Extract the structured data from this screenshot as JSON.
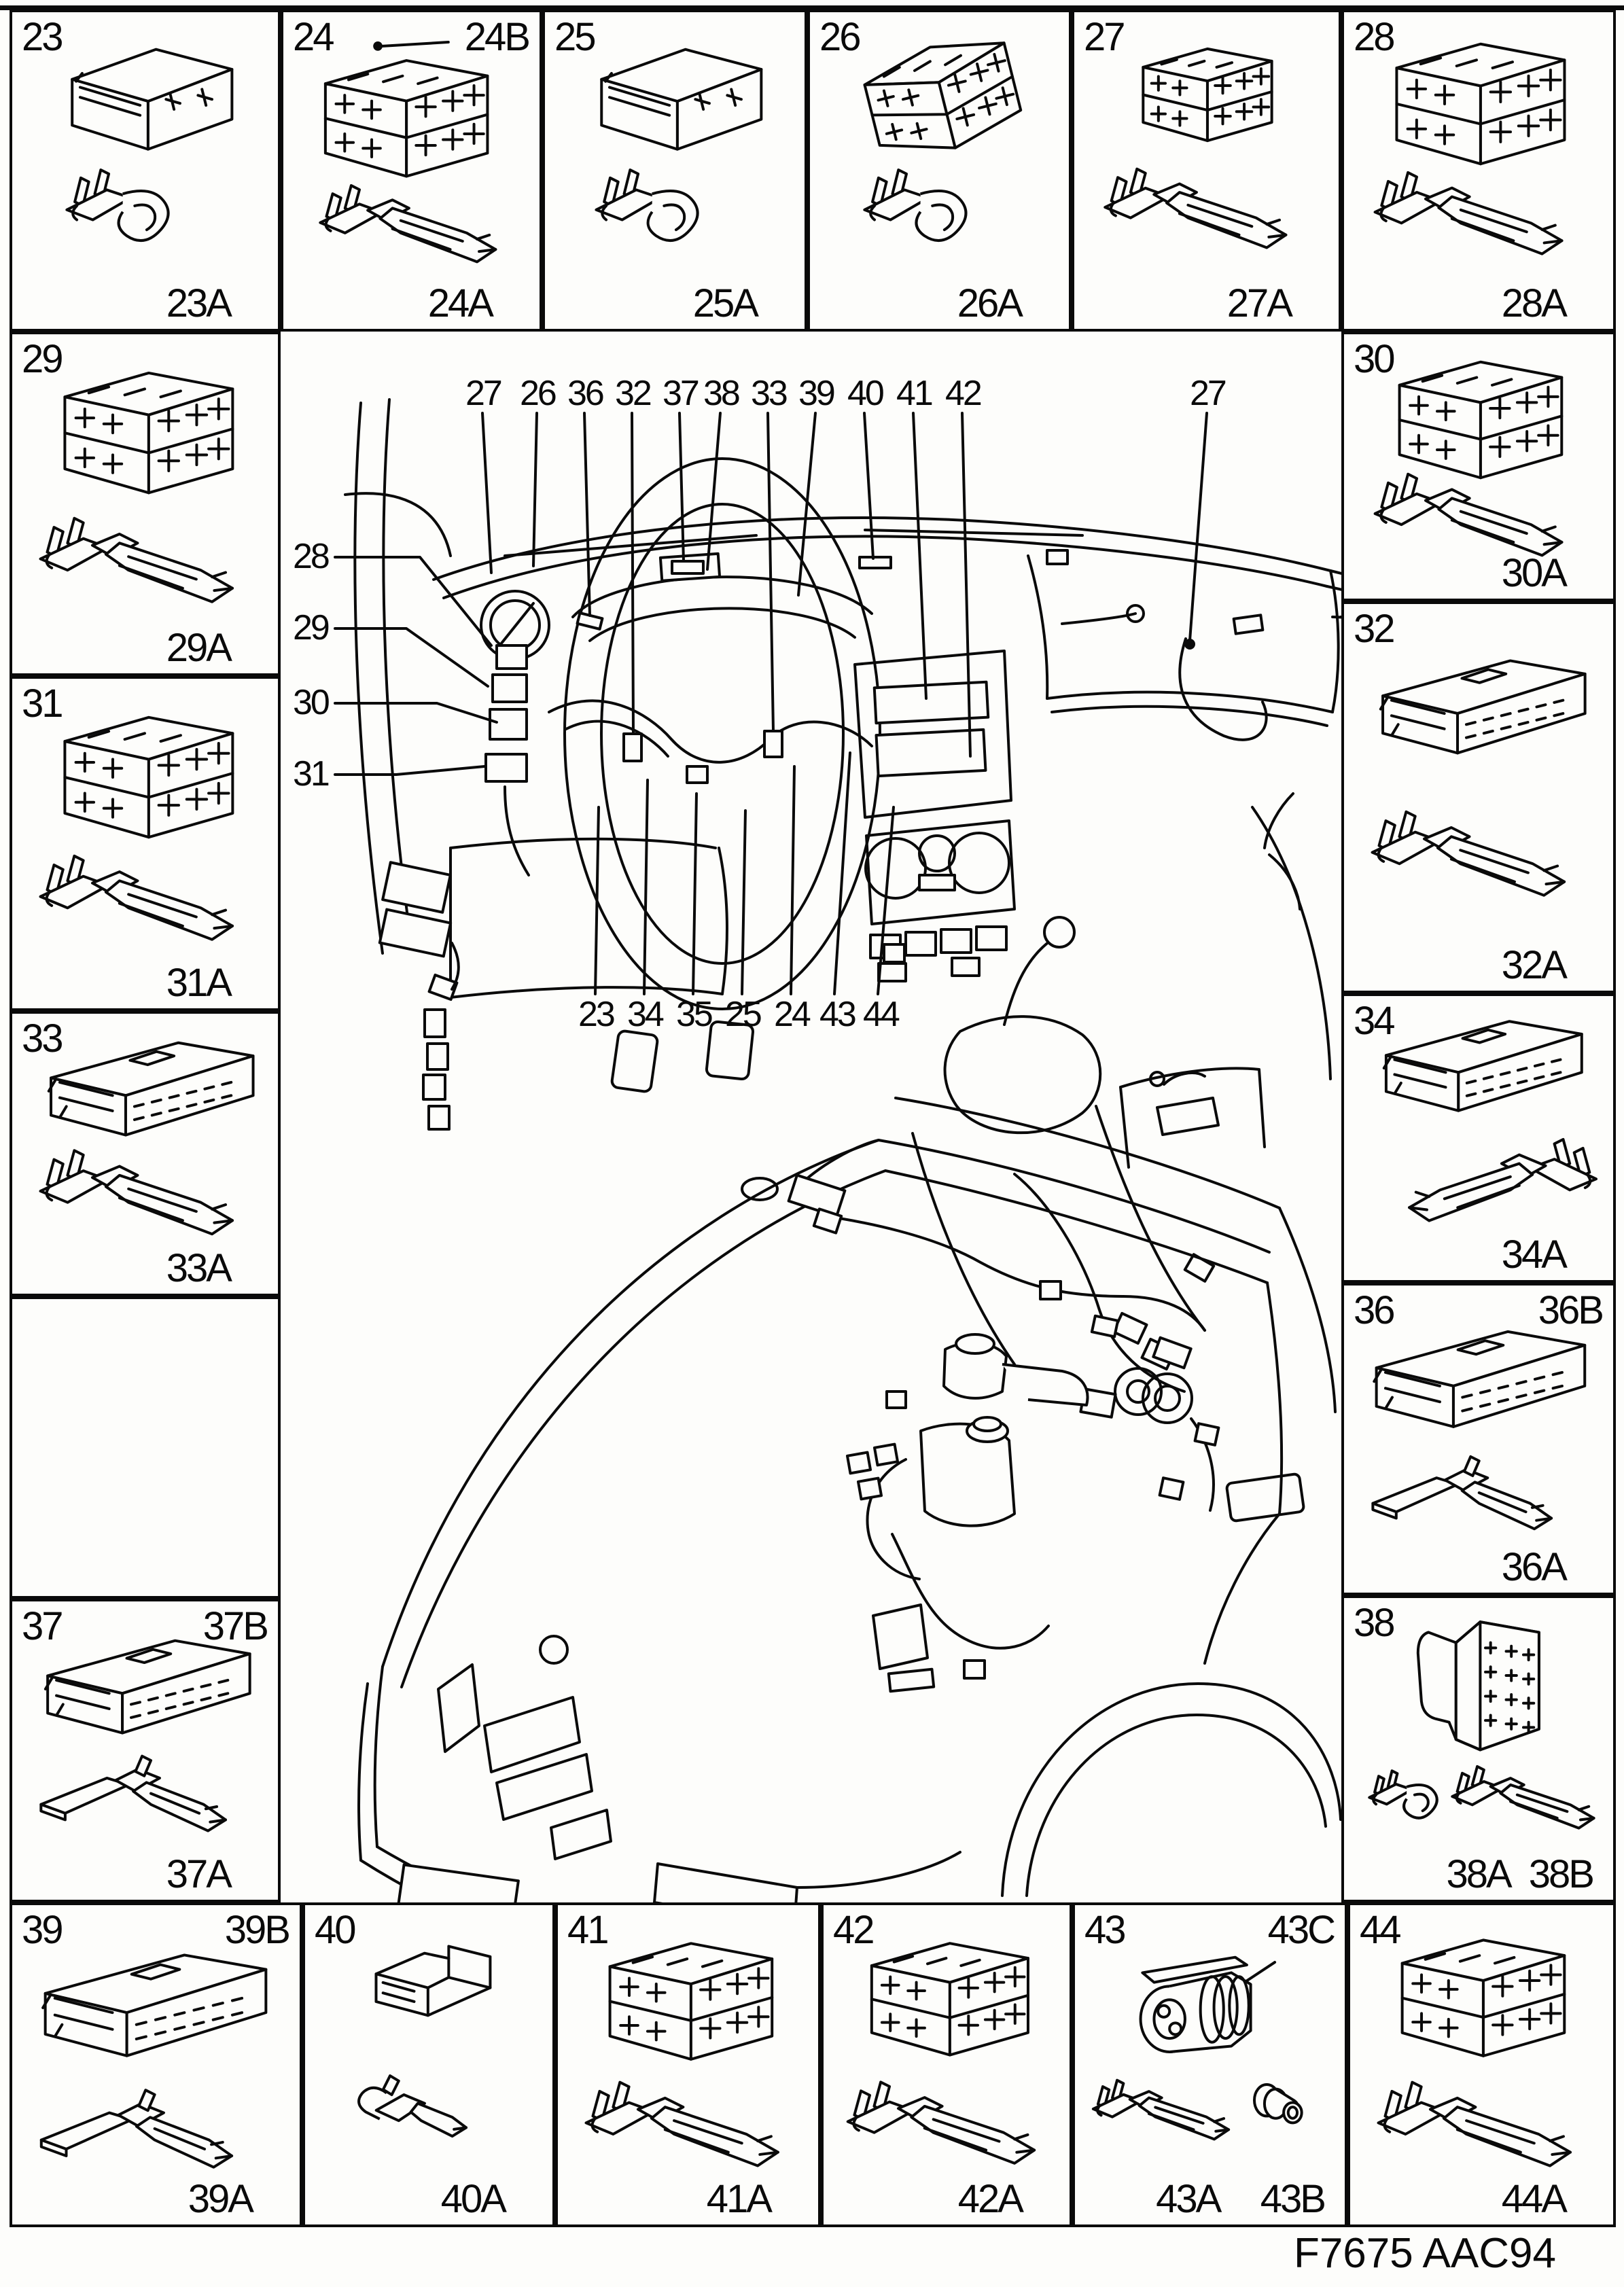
{
  "page": {
    "footer_code": "F7675 AAC94"
  },
  "cells": {
    "c23": {
      "num": "23",
      "bottom": "23A"
    },
    "c24": {
      "num": "24",
      "top_right": "24B",
      "bottom": "24A"
    },
    "c25": {
      "num": "25",
      "bottom": "25A"
    },
    "c26": {
      "num": "26",
      "bottom": "26A"
    },
    "c27": {
      "num": "27",
      "bottom": "27A"
    },
    "c28": {
      "num": "28",
      "bottom": "28A"
    },
    "c29": {
      "num": "29",
      "bottom": "29A"
    },
    "c30": {
      "num": "30",
      "bottom": "30A"
    },
    "c31": {
      "num": "31",
      "bottom": "31A"
    },
    "c32": {
      "num": "32",
      "bottom": "32A"
    },
    "c33": {
      "num": "33",
      "bottom": "33A"
    },
    "c34": {
      "num": "34",
      "bottom": "34A"
    },
    "c36": {
      "num": "36",
      "top_right": "36B",
      "bottom": "36A"
    },
    "c37": {
      "num": "37",
      "top_right": "37B",
      "bottom": "37A"
    },
    "c38": {
      "num": "38",
      "bottom_left": "38A",
      "bottom_right": "38B"
    },
    "c39": {
      "num": "39",
      "top_right": "39B",
      "bottom": "39A"
    },
    "c40": {
      "num": "40",
      "bottom": "40A"
    },
    "c41": {
      "num": "41",
      "bottom": "41A"
    },
    "c42": {
      "num": "42",
      "bottom": "42A"
    },
    "c43": {
      "num": "43",
      "top_right": "43C",
      "bottom_left": "43A",
      "bottom_right": "43B"
    },
    "c44": {
      "num": "44",
      "bottom": "44A"
    }
  },
  "callouts": {
    "dash_top": [
      "27",
      "26",
      "36",
      "32",
      "37",
      "38",
      "33",
      "39",
      "40",
      "41",
      "42"
    ],
    "dash_right": "27",
    "dash_left": [
      "28",
      "29",
      "30",
      "31"
    ],
    "dash_bottom": [
      "23",
      "34",
      "35",
      "25",
      "24",
      "43",
      "44"
    ]
  }
}
